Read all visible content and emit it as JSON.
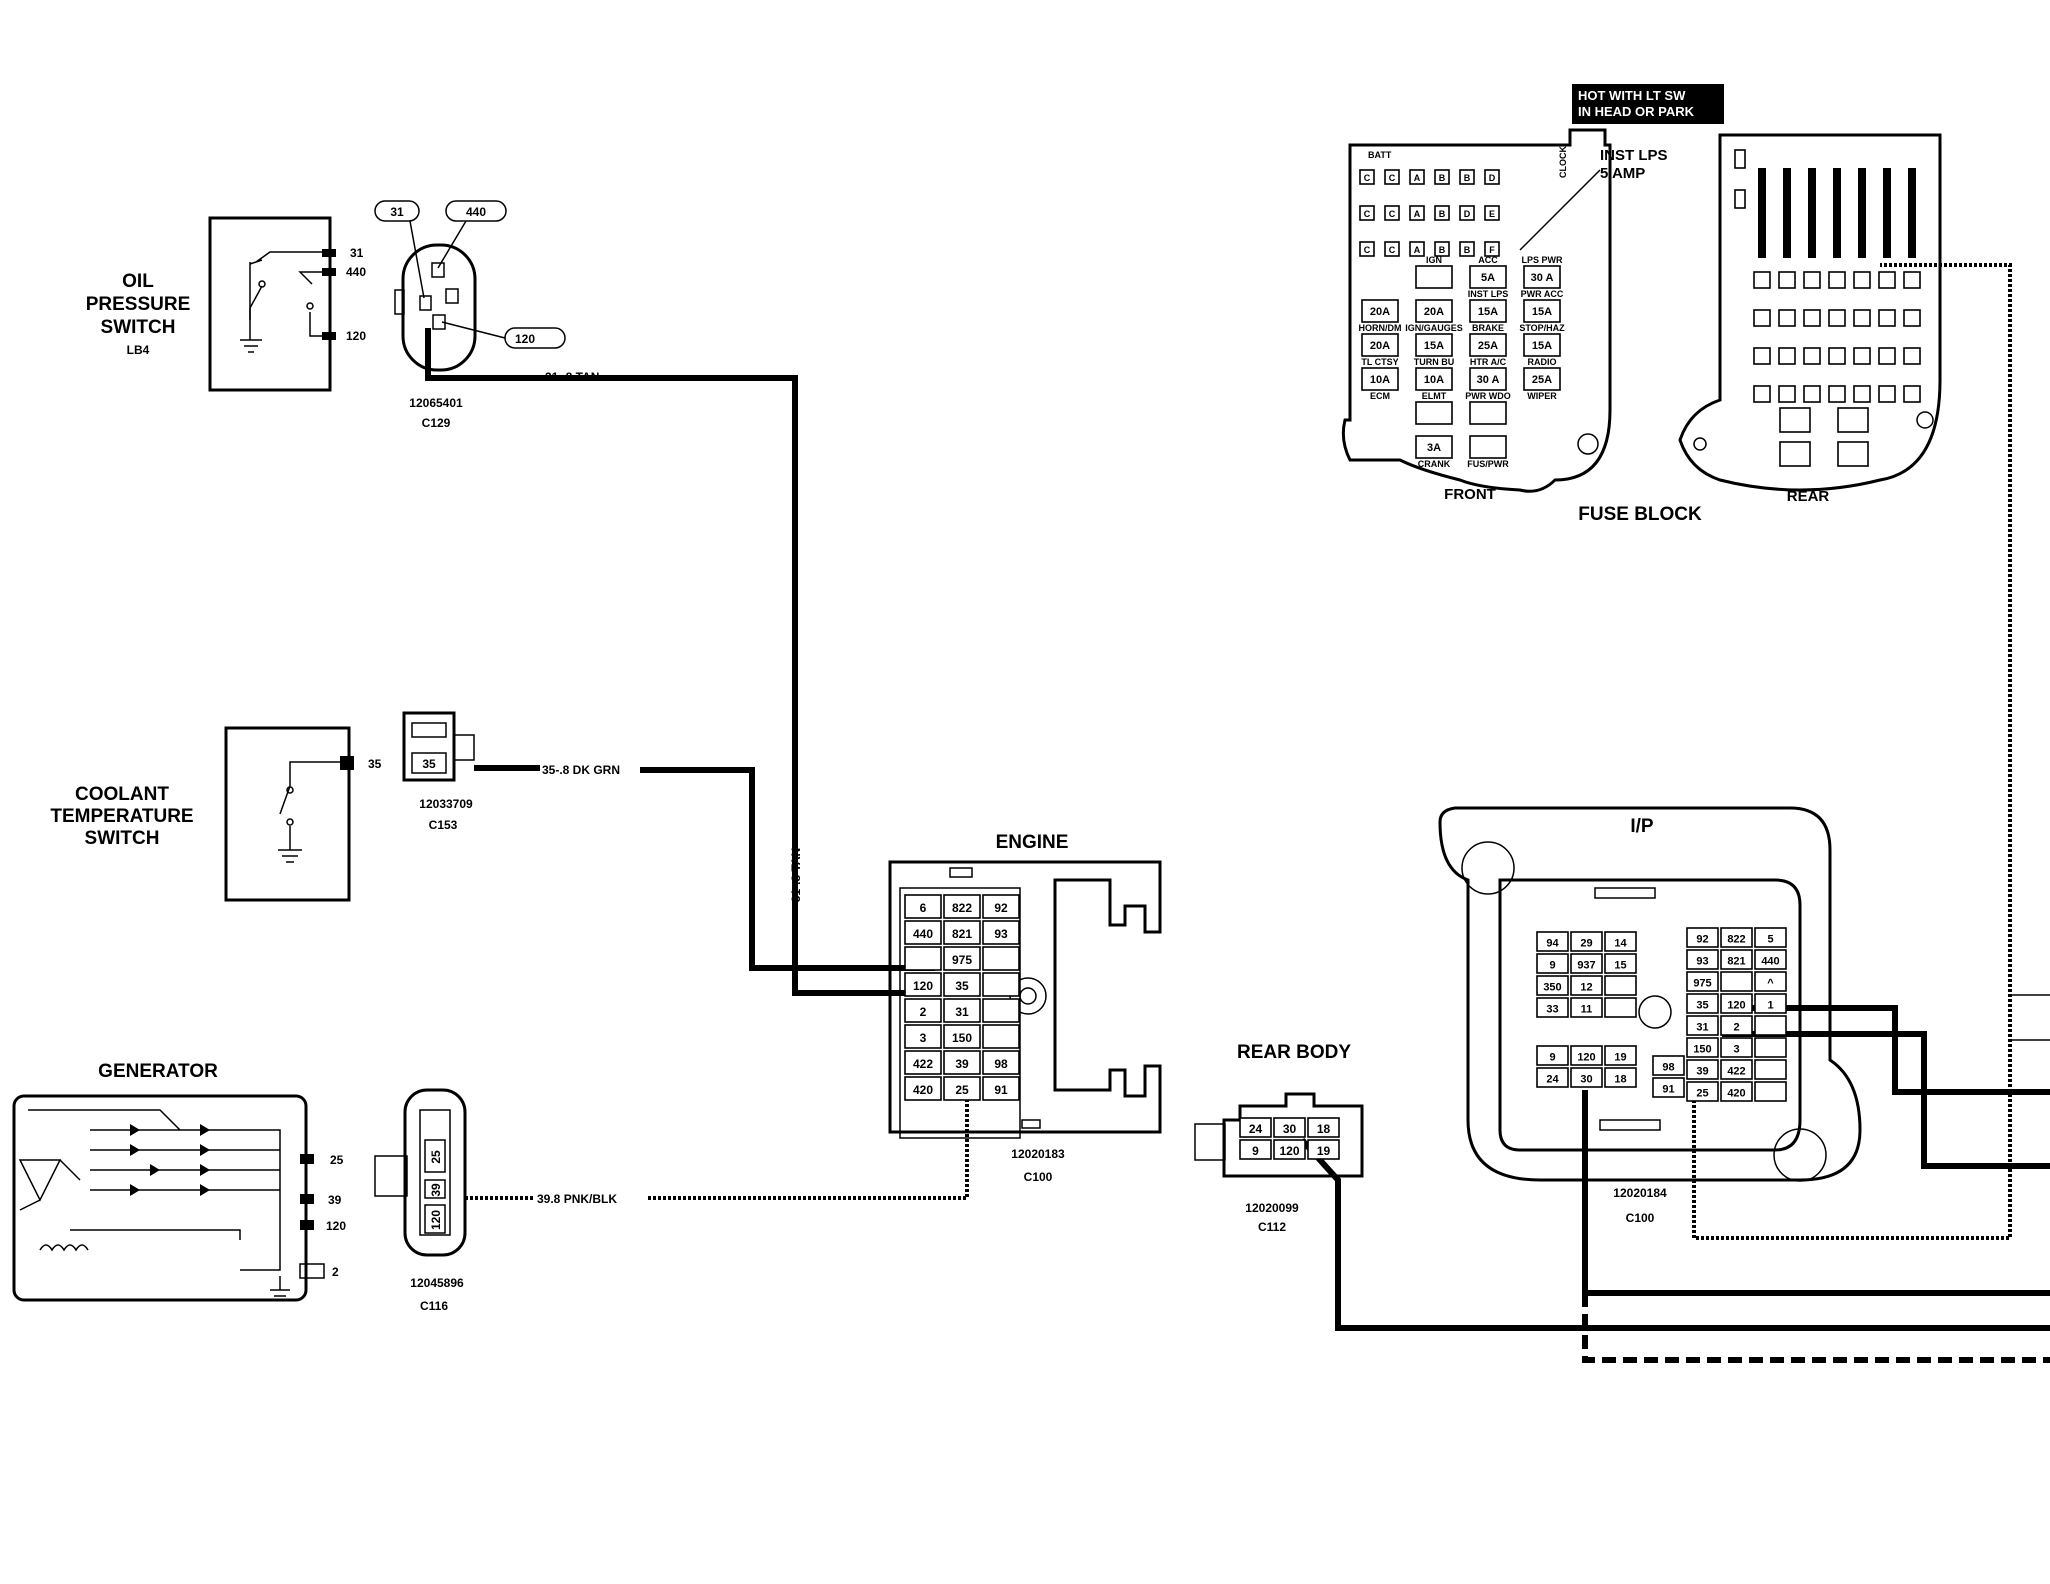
{
  "components": {
    "oil_pressure": {
      "title": [
        "OIL",
        "PRESSURE",
        "SWITCH"
      ],
      "sub": "LB4",
      "pins": [
        "31",
        "440",
        "120"
      ]
    },
    "coolant_temp": {
      "title": [
        "COOLANT",
        "TEMPERATURE",
        "SWITCH"
      ],
      "pins": [
        "35"
      ]
    },
    "generator": {
      "title": "GENERATOR",
      "pins": [
        "25",
        "39",
        "120",
        "2"
      ]
    }
  },
  "connectors": {
    "c129": {
      "part": "12065401",
      "id": "C129",
      "callouts": [
        "31",
        "440",
        "120"
      ]
    },
    "c153": {
      "part": "12033709",
      "id": "C153",
      "pin": "35"
    },
    "c116": {
      "part": "12045896",
      "id": "C116",
      "pins": [
        "25",
        "39",
        "120"
      ]
    },
    "engine": {
      "title": "ENGINE",
      "part": "12020183",
      "id": "C100",
      "rows": [
        [
          "6",
          "822",
          "92"
        ],
        [
          "440",
          "821",
          "93"
        ],
        [
          "",
          "975",
          ""
        ],
        [
          "120",
          "35",
          ""
        ],
        [
          "2",
          "31",
          ""
        ],
        [
          "3",
          "150",
          ""
        ],
        [
          "422",
          "39",
          "98"
        ],
        [
          "420",
          "25",
          "91"
        ]
      ]
    },
    "rear_body": {
      "title": "REAR  BODY",
      "part": "12020099",
      "id": "C112",
      "rows": [
        [
          "24",
          "30",
          "18"
        ],
        [
          "9",
          "120",
          "19"
        ]
      ]
    },
    "ip": {
      "title": "I/P",
      "part": "12020184",
      "id": "C100",
      "left_rows": [
        [
          "94",
          "29",
          "14"
        ],
        [
          "9",
          "937",
          "15"
        ],
        [
          "350",
          "12",
          ""
        ],
        [
          "33",
          "11",
          ""
        ]
      ],
      "right_rows": [
        [
          "92",
          "822",
          "5"
        ],
        [
          "93",
          "821",
          "440"
        ],
        [
          "975",
          "",
          "^"
        ],
        [
          "35",
          "120",
          "1"
        ],
        [
          "31",
          "2",
          ""
        ],
        [
          "150",
          "3",
          ""
        ],
        [
          "39",
          "422",
          ""
        ],
        [
          "25",
          "420",
          ""
        ]
      ],
      "bottom_rows": [
        [
          "9",
          "120",
          "19"
        ],
        [
          "24",
          "30",
          "18"
        ]
      ],
      "bottom_right": [
        [
          "98"
        ],
        [
          "91"
        ]
      ]
    }
  },
  "wires": {
    "w31": "31-.8 TAN",
    "w31_vertical": "31-.8 TAN",
    "w35": "35-.8 DK GRN",
    "w39": "39.8 PNK/BLK"
  },
  "fuse_block": {
    "title": "FUSE BLOCK",
    "front_label": "FRONT",
    "rear_label": "REAR",
    "hot_label": [
      "HOT WITH LT SW",
      "IN HEAD OR PARK"
    ],
    "inst_label": [
      "INST LPS",
      "5 AMP"
    ],
    "batt": "BATT",
    "clock": "CLOCK",
    "top_rows": [
      [
        "C",
        "C",
        "A",
        "B",
        "B",
        "D"
      ],
      [
        "C",
        "C",
        "A",
        "B",
        "D",
        "E"
      ],
      [
        "C",
        "C",
        "A",
        "B",
        "B",
        "F"
      ]
    ],
    "fuses": [
      {
        "top": "IGN",
        "val": "",
        "bot": ""
      },
      {
        "top": "ACC",
        "val": "5A",
        "bot": "INST LPS"
      },
      {
        "top": "LPS PWR",
        "val": "30 A",
        "bot": "PWR ACC"
      },
      {
        "top": "",
        "val": "20A",
        "bot": "HORN/DM"
      },
      {
        "top": "",
        "val": "20A",
        "bot": "IGN/GAUGES"
      },
      {
        "top": "",
        "val": "15A",
        "bot": "BRAKE"
      },
      {
        "top": "",
        "val": "15A",
        "bot": "STOP/HAZ"
      },
      {
        "top": "",
        "val": "20A",
        "bot": "TL CTSY"
      },
      {
        "top": "",
        "val": "15A",
        "bot": "TURN BU"
      },
      {
        "top": "",
        "val": "25A",
        "bot": "HTR A/C"
      },
      {
        "top": "",
        "val": "15A",
        "bot": "RADIO"
      },
      {
        "top": "",
        "val": "10A",
        "bot": "ECM"
      },
      {
        "top": "",
        "val": "10A",
        "bot": "ELMT"
      },
      {
        "top": "",
        "val": "30 A",
        "bot": "PWR WDO"
      },
      {
        "top": "",
        "val": "25A",
        "bot": "WIPER"
      },
      {
        "top": "",
        "val": "",
        "bot": ""
      },
      {
        "top": "",
        "val": "",
        "bot": ""
      },
      {
        "top": "",
        "val": "3A",
        "bot": "CRANK"
      },
      {
        "top": "",
        "val": "",
        "bot": "FUS/PWR"
      }
    ]
  }
}
